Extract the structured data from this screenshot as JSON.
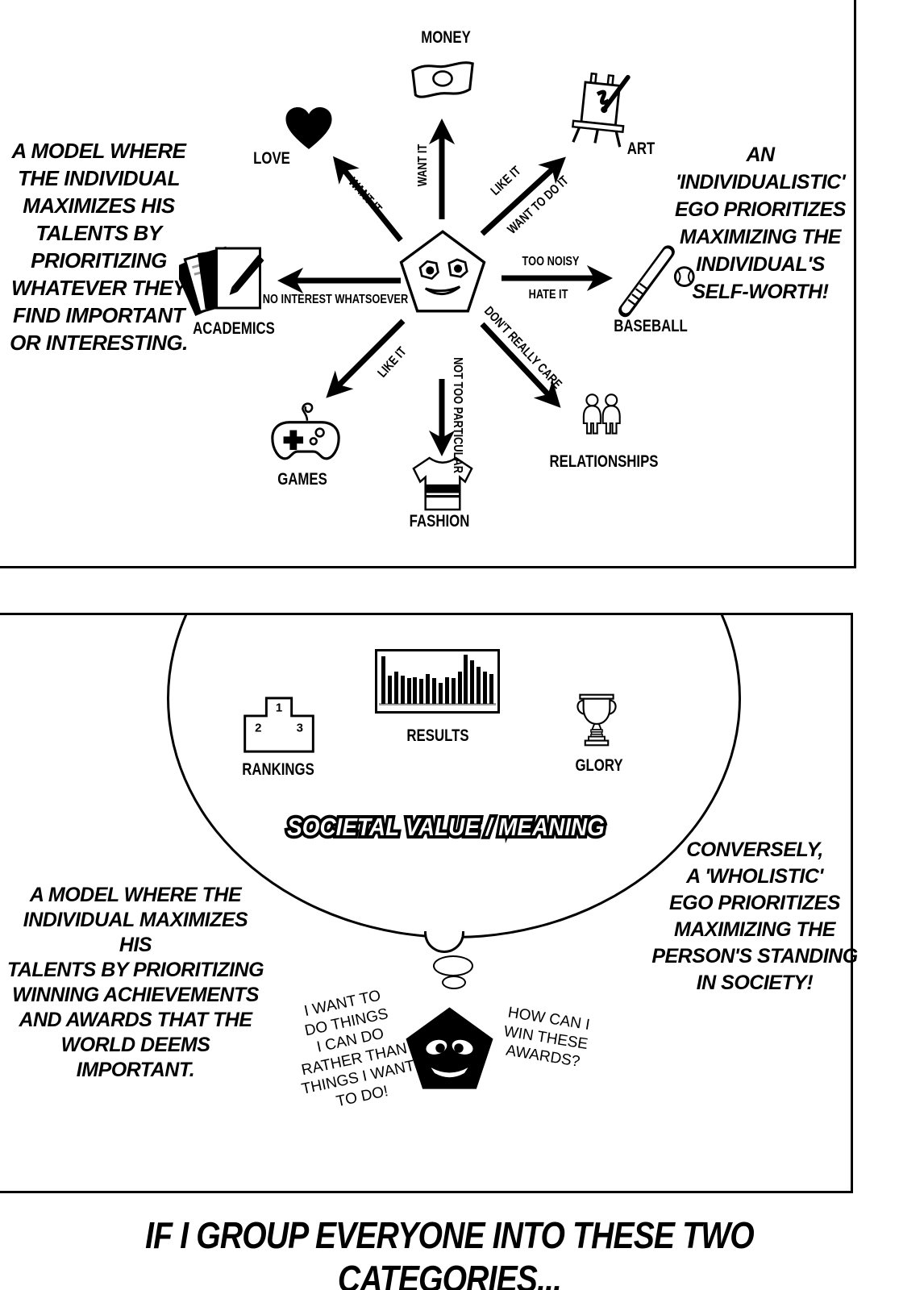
{
  "page": {
    "caption": "IF I GROUP EVERYONE INTO THESE TWO CATEGORIES..."
  },
  "colors": {
    "ink": "#000000",
    "paper": "#ffffff",
    "chart_baseline": "#999999"
  },
  "panel1": {
    "left_text": "A MODEL WHERE\nTHE INDIVIDUAL\nMAXIMIZES HIS\nTALENTS BY\nPRIORITIZING\nWHATEVER THEY\nFIND IMPORTANT\nOR INTERESTING.",
    "right_text": "AN\n'INDIVIDUALISTIC'\nEGO PRIORITIZES\nMAXIMIZING THE\nINDIVIDUAL'S\nSELF-WORTH!",
    "items": {
      "money": {
        "label": "MONEY",
        "attitude": "WANT IT"
      },
      "art": {
        "label": "ART",
        "attitude_1": "LIKE IT",
        "attitude_2": "WANT TO DO IT"
      },
      "love": {
        "label": "LOVE",
        "attitude": "WANT IT"
      },
      "baseball": {
        "label": "BASEBALL",
        "attitude_1": "TOO NOISY",
        "attitude_2": "HATE IT"
      },
      "academics": {
        "label": "ACADEMICS",
        "attitude": "NO INTEREST WHATSOEVER"
      },
      "relationships": {
        "label": "RELATIONSHIPS",
        "attitude": "DON'T REALLY CARE"
      },
      "fashion": {
        "label": "FASHION",
        "attitude": "NOT TOO PARTICULAR"
      },
      "games": {
        "label": "GAMES",
        "attitude": "LIKE IT"
      }
    }
  },
  "panel2": {
    "bubble_title": "SOCIETAL VALUE / MEANING",
    "rankings": {
      "label": "RANKINGS",
      "numbers": [
        "1",
        "2",
        "3"
      ]
    },
    "results": {
      "label": "RESULTS"
    },
    "glory": {
      "label": "GLORY"
    },
    "left_text": "A MODEL WHERE THE\nINDIVIDUAL MAXIMIZES HIS\nTALENTS BY PRIORITIZING\nWINNING ACHIEVEMENTS\nAND AWARDS THAT THE\nWORLD DEEMS\nIMPORTANT.",
    "right_text": "CONVERSELY,\nA 'WHOLISTIC'\nEGO PRIORITIZES\nMAXIMIZING THE\nPERSON'S STANDING\nIN SOCIETY!",
    "thought_left": "I WANT TO\nDO THINGS\nI CAN DO\nRATHER THAN\nTHINGS I WANT\nTO DO!",
    "thought_right": "HOW CAN I\nWIN THESE\nAWARDS?"
  },
  "chart_data": {
    "type": "bar",
    "title": "RESULTS",
    "values": [
      92,
      55,
      62,
      55,
      50,
      52,
      48,
      58,
      50,
      40,
      52,
      50,
      62,
      95,
      85,
      72,
      62,
      58
    ],
    "xlabel": "",
    "ylabel": "",
    "ylim": [
      0,
      100
    ],
    "grid": false,
    "legend": false
  }
}
